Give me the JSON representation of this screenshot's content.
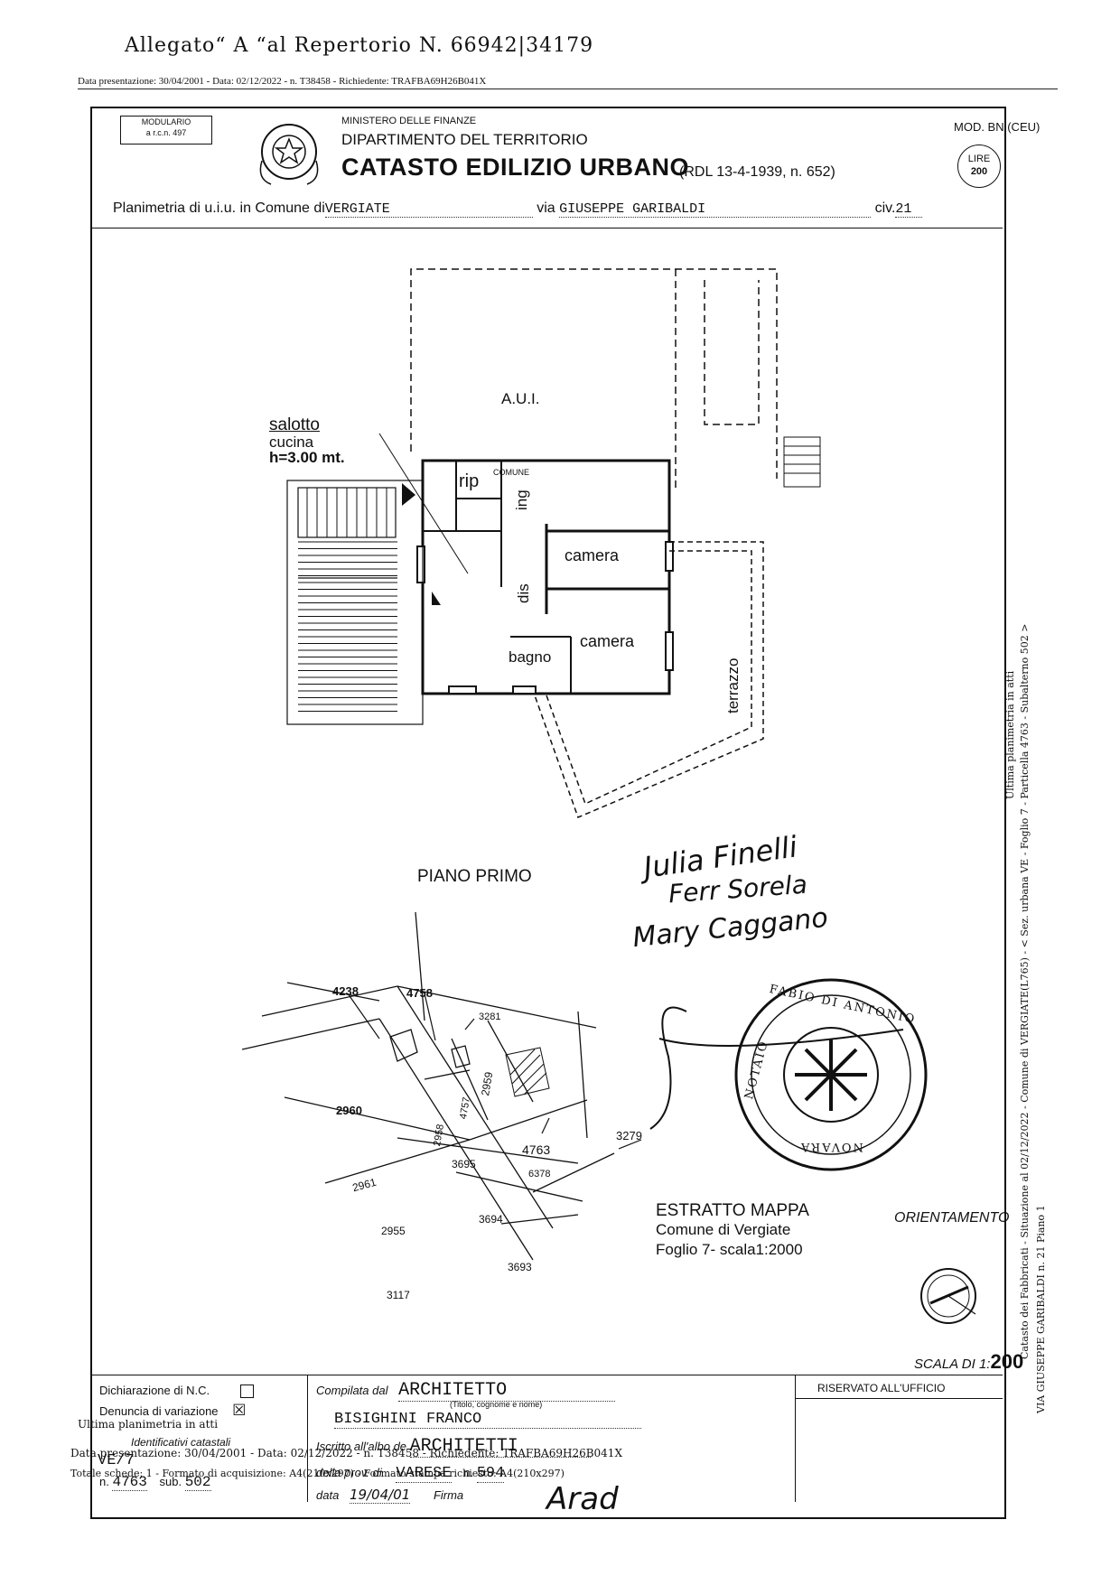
{
  "header": {
    "allegato": "Allegato“ A  “al Repertorio N. 66942|34179",
    "presentation_line": "Data presentazione: 30/04/2001 - Data: 02/12/2022 - n. T38458 - Richiedente: TRAFBA69H26B041X"
  },
  "form": {
    "modulario_line1": "MODULARIO",
    "modulario_line2": "a r.c.n. 497",
    "ministry": "MINISTERO DELLE FINANZE",
    "department": "DIPARTIMENTO DEL TERRITORIO",
    "title": "CATASTO EDILIZIO URBANO",
    "law_ref": "(RDL 13-4-1939, n. 652)",
    "mod_code": "MOD. BN (CEU)",
    "lire_label": "LIRE",
    "lire_value": "200",
    "planimetry_prefix": "Planimetria di u.i.u. in Comune di",
    "comune": "VERGIATE",
    "via_label": "via",
    "via": "GIUSEPPE GARIBALDI",
    "civ_label": "civ.",
    "civ": "21"
  },
  "plan": {
    "aui": "A.U.I.",
    "salotto": "salotto",
    "cucina": "cucina",
    "height": "h=3.00 mt.",
    "rip": "rip",
    "comune": "COMUNE",
    "ing": "ing",
    "camera1": "camera",
    "camera2": "camera",
    "dis": "dis",
    "bagno": "bagno",
    "terrazzo": "terrazzo",
    "floor": "PIANO  PRIMO"
  },
  "signatures": {
    "sig1": "Julia Finelli",
    "sig2": "Ferr Sorela",
    "sig3": "Mary Caggano",
    "sig4": "Arad"
  },
  "map": {
    "parcels": {
      "p4238": "4238",
      "p4758": "4758",
      "p3281": "3281",
      "p2959": "2959",
      "p2960": "2960",
      "p4757": "4757",
      "p2958": "2958",
      "p4763": "4763",
      "p3279": "3279",
      "p3695": "3695",
      "p6378": "6378",
      "p2961": "2961",
      "p2955": "2955",
      "p3694": "3694",
      "p3693": "3693",
      "p3117": "3117"
    },
    "title": "ESTRATTO  MAPPA",
    "comune": "Comune di Vergiate",
    "foglio": "Foglio 7- scala1:2000"
  },
  "stamp": {
    "text_top": "FABIO DI ANTONIO",
    "text_left": "NOTAIO",
    "text_bottom": "NOVARA"
  },
  "orientation": "ORIENTAMENTO",
  "scale": {
    "label": "SCALA DI 1:",
    "value": "200"
  },
  "side_text": {
    "line1": "Catasto dei Fabbricati - Situazione al 02/12/2022 - Comune di VERGIATE(L765) - < Sez. urbana VE - Foglio 7 - Particella 4763 - Subalterno 502 >",
    "line2": "VIA GIUSEPPE GARIBALDI n. 21 Piano 1",
    "line3": "Ultima planimetria in atti"
  },
  "footer": {
    "dichiarazione": "Dichiarazione di N.C.",
    "denuncia": "Denuncia di  variazione",
    "check_nc": "",
    "check_var": "☒",
    "ultima": "Ultima planimetria in atti",
    "identificativi": "Identificativi catastali",
    "ve7": "VE/7",
    "n_label": "n.",
    "n_value": "4763",
    "sub_label": "sub.",
    "sub_value": "502",
    "presentation_overlay": "Data presentazione: 30/04/2001 - Data: 02/12/2022 - n. T38458 - Richiedente: TRAFBA69H26B041X",
    "formato": "Totale schede: 1 - Formato di acquisizione: A4(210x297) - Formato stampa richiesto: A4(210x297)",
    "compilata_label": "Compilata dal",
    "compilata_value": "ARCHITETTO",
    "titolo_hint": "(Titolo, cognome e nome)",
    "name": "BISIGHINI  FRANCO",
    "iscritto_label": "Iscritto all'albo de",
    "iscritto_value": "ARCHITETTI",
    "prov_label": "della prov. di",
    "prov_value": "VARESE",
    "num_label": "n.",
    "num_value": "594",
    "data_label": "data",
    "data_value": "19/04/01",
    "firma_label": "Firma",
    "riservato": "RISERVATO ALL'UFFICIO"
  }
}
